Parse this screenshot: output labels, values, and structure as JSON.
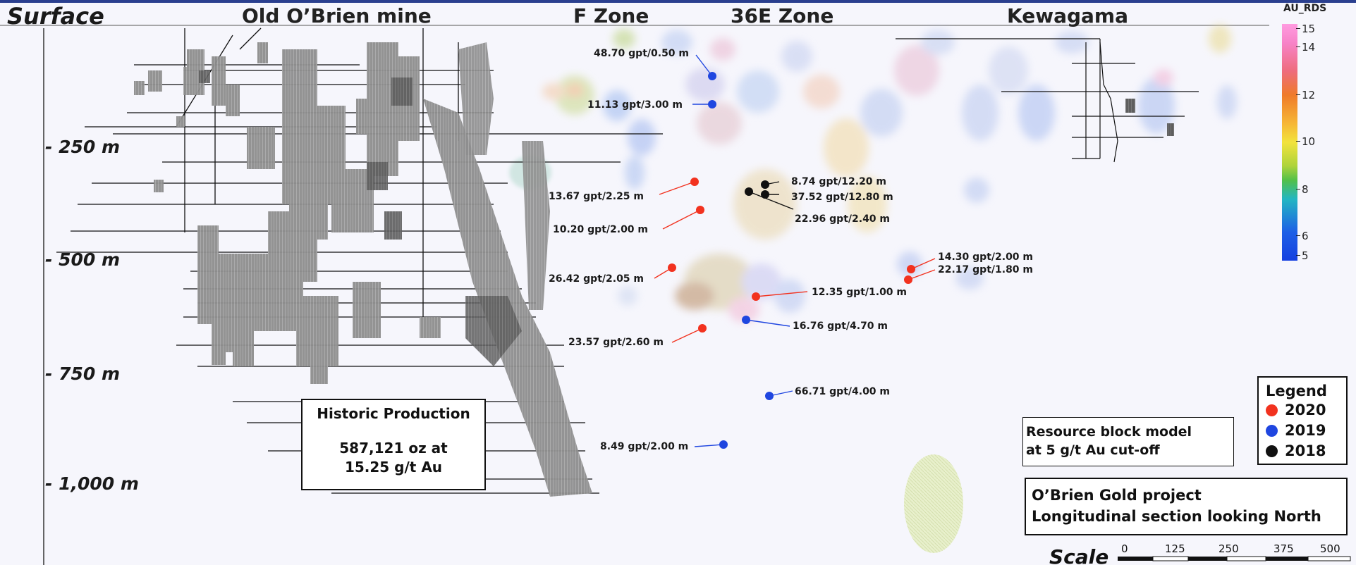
{
  "surface_label": "Surface",
  "zones": [
    "Old O’Brien mine",
    "F Zone",
    "36E Zone",
    "Kewagama"
  ],
  "depths": [
    "- 250 m",
    "- 500 m",
    "- 750 m",
    "- 1,000 m"
  ],
  "historic_production": {
    "title": "Historic Production",
    "line1": "587,121 oz at",
    "line2": "15.25 g/t Au"
  },
  "resource_box": {
    "line1": "Resource block model",
    "line2": "at 5 g/t Au cut-off"
  },
  "project_box": {
    "line1": "O’Brien Gold project",
    "line2": "Longitudinal section looking North"
  },
  "legend": {
    "title": "Legend",
    "items": [
      {
        "label": "2020",
        "color": "#f2321f"
      },
      {
        "label": "2019",
        "color": "#1f46e0"
      },
      {
        "label": "2018",
        "color": "#111111"
      }
    ]
  },
  "colorbar": {
    "title": "AU_RDS",
    "ticks": [
      "15",
      "14",
      "12",
      "10",
      "8",
      "6",
      "5"
    ]
  },
  "scale": {
    "label": "Scale",
    "ticks": [
      "0",
      "125",
      "250",
      "375",
      "500"
    ]
  },
  "intercepts": [
    {
      "label": "48.70 gpt/0.50 m",
      "year": "2019"
    },
    {
      "label": "11.13 gpt/3.00 m",
      "year": "2019"
    },
    {
      "label": "8.74 gpt/12.20 m",
      "year": "2018"
    },
    {
      "label": "37.52 gpt/12.80 m",
      "year": "2018"
    },
    {
      "label": "22.96 gpt/2.40 m",
      "year": "2018"
    },
    {
      "label": "13.67 gpt/2.25 m",
      "year": "2020"
    },
    {
      "label": "10.20 gpt/2.00 m",
      "year": "2020"
    },
    {
      "label": "14.30 gpt/2.00 m",
      "year": "2020"
    },
    {
      "label": "22.17 gpt/1.80 m",
      "year": "2020"
    },
    {
      "label": "26.42 gpt/2.05 m",
      "year": "2020"
    },
    {
      "label": "12.35 gpt/1.00 m",
      "year": "2020"
    },
    {
      "label": "16.76 gpt/4.70 m",
      "year": "2019"
    },
    {
      "label": "23.57 gpt/2.60 m",
      "year": "2020"
    },
    {
      "label": "66.71 gpt/4.00 m",
      "year": "2019"
    },
    {
      "label": "8.49 gpt/2.00 m",
      "year": "2019"
    }
  ]
}
